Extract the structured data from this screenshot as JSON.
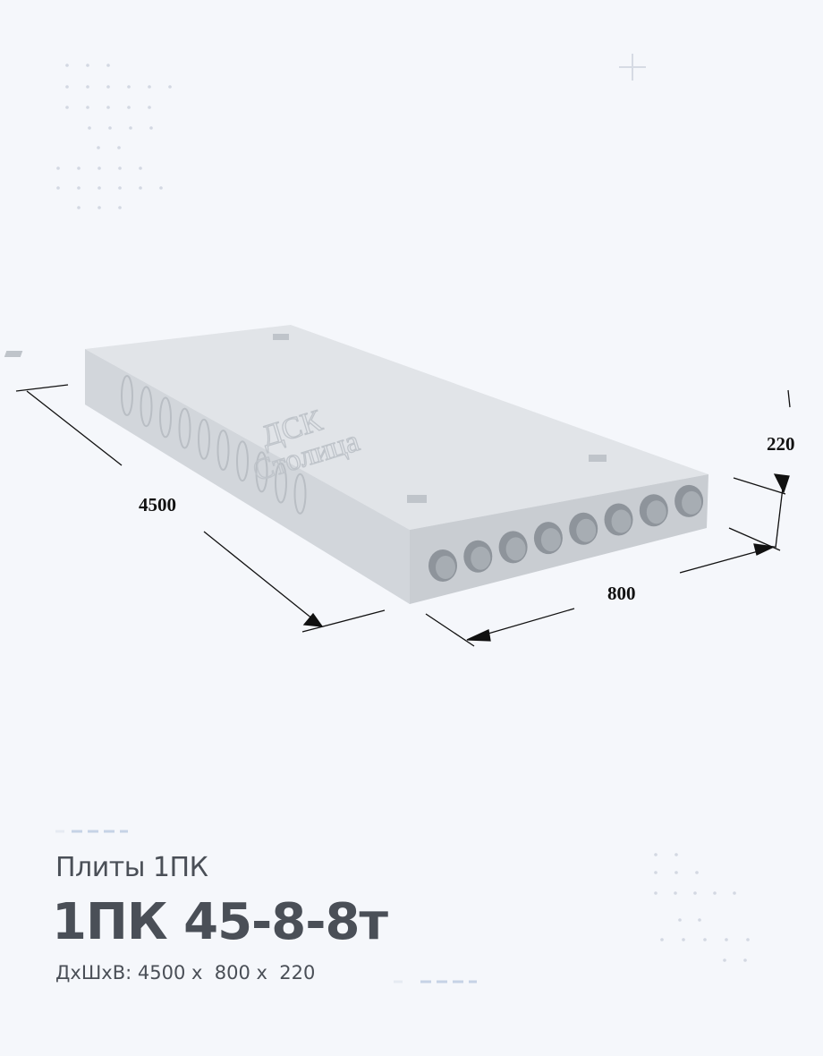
{
  "product": {
    "category": "Плиты 1ПК",
    "name": "1ПК 45-8-8т",
    "dimensions_text": "ДхШхВ: 4500 х  800 х  220"
  },
  "drawing": {
    "length_label": "4500",
    "width_label": "800",
    "height_label": "220",
    "logo_text": "ДСК Столица"
  },
  "colors": {
    "background": "#f5f7fb",
    "text": "#4a4f57",
    "concrete": "#d9dde2"
  }
}
